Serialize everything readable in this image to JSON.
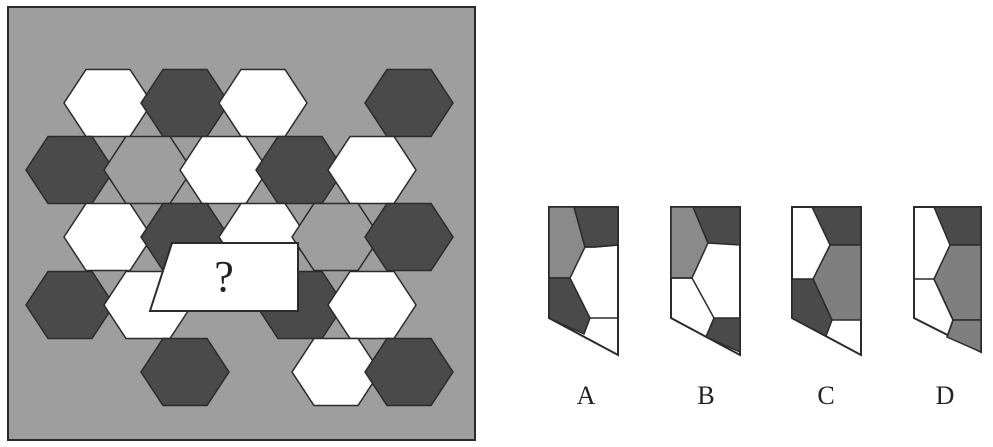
{
  "question_mark": "?",
  "colors": {
    "background_gray": "#9e9e9e",
    "dark": "#4a4a4a",
    "white": "#ffffff",
    "outline": "#2b2b2b"
  },
  "options": [
    {
      "label": "A"
    },
    {
      "label": "B"
    },
    {
      "label": "C"
    },
    {
      "label": "D"
    }
  ]
}
